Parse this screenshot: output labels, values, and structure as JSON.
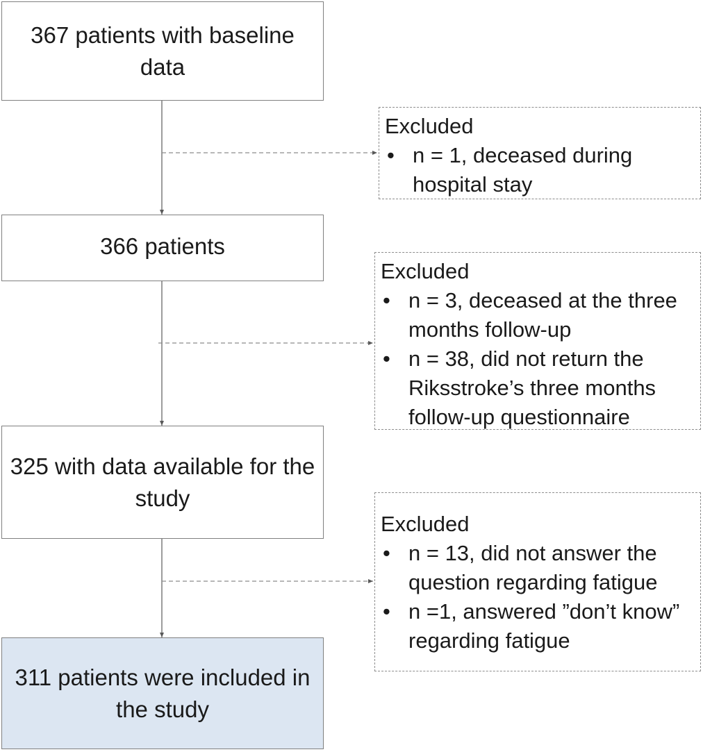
{
  "boxes": {
    "baseline": "367 patients with baseline data",
    "after_first": "366 patients",
    "available": "325 with data available for the study",
    "included": "311 patients were included in the study"
  },
  "exclusions": [
    {
      "title": "Excluded",
      "items": [
        "n = 1, deceased during hospital stay"
      ]
    },
    {
      "title": "Excluded",
      "items": [
        "n = 3, deceased at the three months follow-up",
        "n = 38, did not return the Riksstroke’s three months follow-up questionnaire"
      ]
    },
    {
      "title": "Excluded",
      "items": [
        "n = 13, did not answer the question regarding fatigue",
        "n =1, answered ”don’t know” regarding fatigue"
      ]
    }
  ],
  "colors": {
    "final_box_fill": "#dce6f2",
    "border": "#7f7f7f",
    "connector": "#595959"
  }
}
